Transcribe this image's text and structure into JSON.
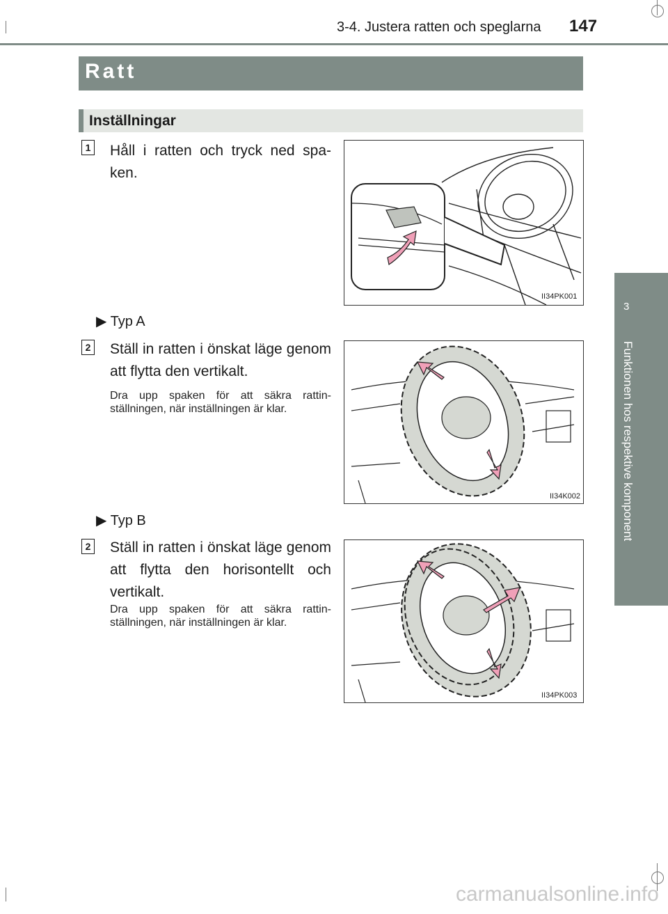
{
  "header": {
    "section": "3-4. Justera ratten och speglarna",
    "page_number": "147"
  },
  "title": "Ratt",
  "subtitle": "Inställningar",
  "steps": [
    {
      "badge": "1",
      "text": "Håll i ratten och tryck ned spa-ken.",
      "figure_code": "II34PK001"
    },
    {
      "typ": "Typ A",
      "badge": "2",
      "text": "Ställ in ratten i önskat läge genom att flytta den vertikalt.",
      "note": "Dra upp spaken för att säkra rattin-ställningen, när inställningen är klar.",
      "figure_code": "II34K002"
    },
    {
      "typ": "Typ B",
      "badge": "2",
      "text": "Ställ in ratten i önskat läge genom att flytta den horisontellt och vertikalt.",
      "note": "Dra upp spaken för att säkra rattin-ställningen, när inställningen är klar.",
      "figure_code": "II34PK003"
    }
  ],
  "side_tab": {
    "number": "3",
    "label": "Funktionen hos respektive komponent"
  },
  "watermark": "carmanualsonline.info",
  "colors": {
    "accent": "#7f8c87",
    "arrow": "#f0a0b8",
    "wheel_fill": "#d5d8d2"
  }
}
